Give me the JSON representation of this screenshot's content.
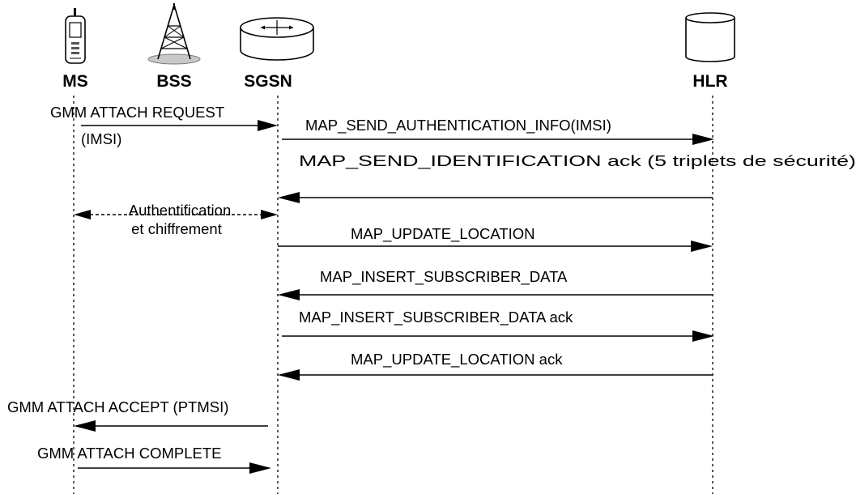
{
  "entities": [
    {
      "id": "ms",
      "label": "MS",
      "icon": "mobile-phone-icon"
    },
    {
      "id": "bss",
      "label": "BSS",
      "icon": "antenna-tower-icon"
    },
    {
      "id": "sgsn",
      "label": "SGSN",
      "icon": "router-icon"
    },
    {
      "id": "hlr",
      "label": "HLR",
      "icon": "database-icon"
    }
  ],
  "messages": [
    {
      "from": "ms",
      "to": "sgsn",
      "style": "solid",
      "label": "GMM ATTACH REQUEST",
      "label2": "(IMSI)"
    },
    {
      "from": "sgsn",
      "to": "hlr",
      "style": "solid",
      "label": "MAP_SEND_AUTHENTICATION_INFO(IMSI)"
    },
    {
      "from": "hlr",
      "to": "sgsn",
      "style": "solid",
      "label": "MAP_SEND_IDENTIFICATION ack (5 triplets de sécurité)"
    },
    {
      "from": "ms",
      "to": "sgsn",
      "style": "dashed",
      "bidirectional": true,
      "label": "Authentification",
      "label2": "et chiffrement"
    },
    {
      "from": "sgsn",
      "to": "hlr",
      "style": "solid",
      "label": "MAP_UPDATE_LOCATION"
    },
    {
      "from": "hlr",
      "to": "sgsn",
      "style": "solid",
      "label": "MAP_INSERT_SUBSCRIBER_DATA"
    },
    {
      "from": "sgsn",
      "to": "hlr",
      "style": "solid",
      "label": "MAP_INSERT_SUBSCRIBER_DATA ack"
    },
    {
      "from": "hlr",
      "to": "sgsn",
      "style": "solid",
      "label": "MAP_UPDATE_LOCATION ack"
    },
    {
      "from": "sgsn",
      "to": "ms",
      "style": "solid",
      "label": "GMM ATTACH ACCEPT (PTMSI)"
    },
    {
      "from": "ms",
      "to": "sgsn",
      "style": "solid",
      "label": "GMM ATTACH COMPLETE"
    }
  ]
}
